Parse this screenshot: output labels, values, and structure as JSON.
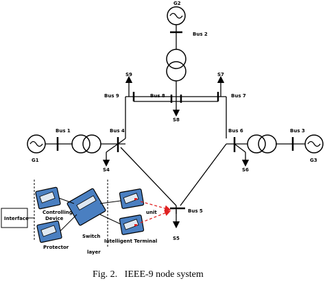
{
  "labels": {
    "g2": "G2",
    "g1": "G1",
    "g3": "G3",
    "bus1": "Bus 1",
    "bus2": "Bus 2",
    "bus3": "Bus 3",
    "bus4": "Bus 4",
    "bus5": "Bus 5",
    "bus6": "Bus 6",
    "bus7": "Bus 7",
    "bus8": "Bus 8",
    "bus9": "Bus 9",
    "s4": "S4",
    "s5": "S5",
    "s6": "S6",
    "s7": "S7",
    "s8": "S8",
    "s9": "S9"
  },
  "network": {
    "interface": "Interface",
    "controlling_device_1": "Controlling",
    "controlling_device_2": "Device",
    "protector": "Protector",
    "switch": "Switch",
    "layer": "layer",
    "unit": "unit",
    "intelligent_terminal": "Intelligent Terminal"
  },
  "caption": "Fig. 2.   IEEE-9 node system",
  "colors": {
    "line": "#000000",
    "device_fill": "#4a7fc1",
    "dashed_arrow": "#e02020"
  }
}
